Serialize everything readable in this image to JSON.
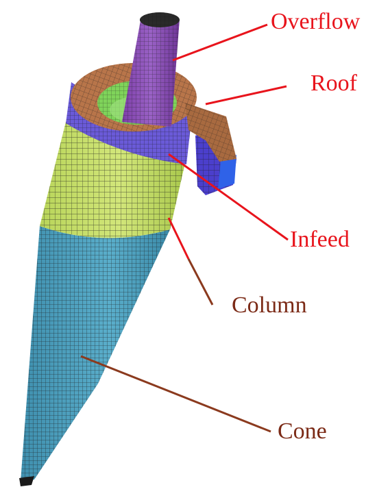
{
  "labels": {
    "overflow": "Overflow",
    "roof": "Roof",
    "infeed": "Infeed",
    "column": "Column",
    "cone": "Cone"
  },
  "colors": {
    "label_red": "#e8141c",
    "label_brown": "#7b2a16",
    "pointer_red": "#e8141c",
    "pointer_brown": "#8b3a1e",
    "overflow_pipe": "#8c4fb8",
    "roof": "#b8754a",
    "infeed": "#6a5ad8",
    "inner_wall": "#7fd35a",
    "column": "#c8e06a",
    "cone": "#57a6c4",
    "mesh_line": "#1c1c1c"
  }
}
